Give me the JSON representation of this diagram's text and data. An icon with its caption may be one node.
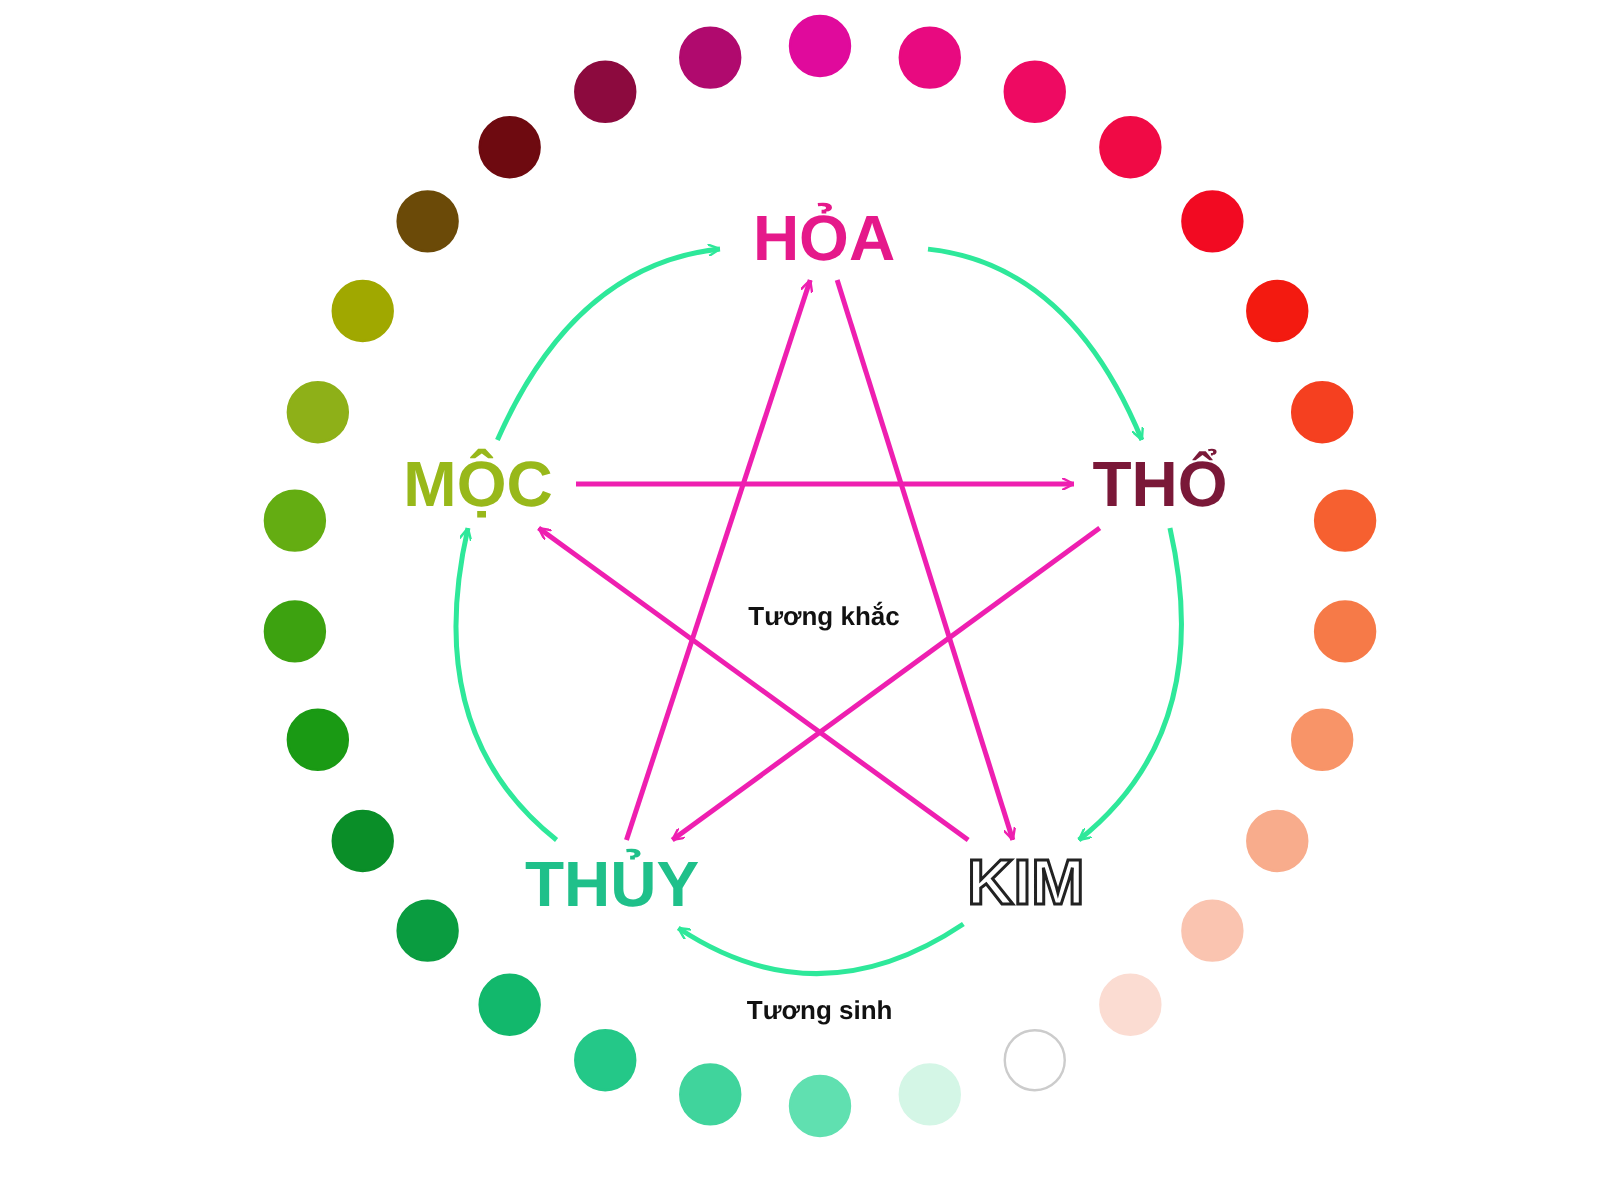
{
  "diagram": {
    "nodes": [
      {
        "text": [
          "HỎA"
        ]
      },
      {
        "text": [
          "THỔ"
        ]
      },
      {
        "text": [
          "KIM"
        ]
      },
      {
        "text": [
          "THỦY"
        ]
      },
      {
        "text": [
          "MỘC"
        ]
      }
    ],
    "edges": [
      {
        "from": 0,
        "to": 1,
        "arrow": "to",
        "color": "#2ee89a"
      },
      {
        "from": 1,
        "to": 2,
        "arrow": "to",
        "color": "#2ee89a"
      },
      {
        "from": 2,
        "to": 3,
        "arrow": "to",
        "color": "#2ee89a",
        "label": "Tương sinh"
      },
      {
        "from": 3,
        "to": 4,
        "arrow": "to",
        "color": "#2ee89a"
      },
      {
        "from": 4,
        "to": 0,
        "arrow": "to",
        "color": "#2ee89a"
      },
      {
        "from": 4,
        "to": 1,
        "arrow": "to",
        "color": "#ee1fb0"
      },
      {
        "from": 1,
        "to": 3,
        "arrow": "to",
        "color": "#ee1fb0"
      },
      {
        "from": 3,
        "to": 0,
        "arrow": "to",
        "color": "#ee1fb0"
      },
      {
        "from": 0,
        "to": 2,
        "arrow": "to",
        "color": "#ee1fb0"
      },
      {
        "from": 2,
        "to": 4,
        "arrow": "to",
        "color": "#ee1fb0"
      }
    ],
    "labels": [
      "Tương khắc"
    ]
  }
}
